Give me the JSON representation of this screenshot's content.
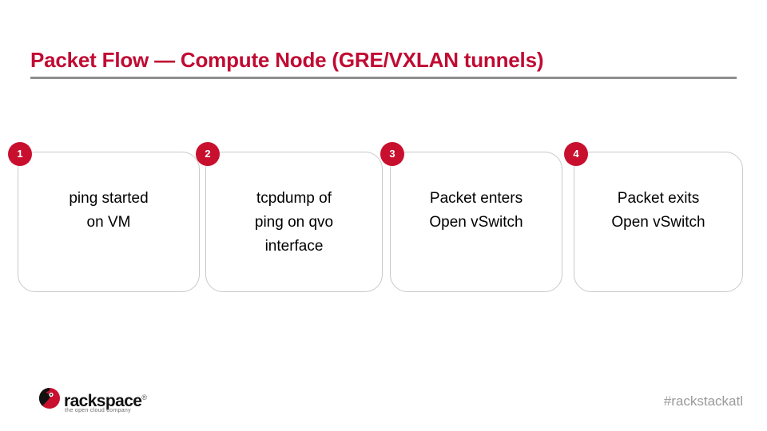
{
  "slide": {
    "title": "Packet Flow — Compute Node (GRE/VXLAN tunnels)",
    "accent_color": "#C00B33",
    "badge_color": "#C8102E",
    "rule_color": "#8E8E8E",
    "box_border_color": "#C9C9C9",
    "background": "#ffffff"
  },
  "steps": [
    {
      "number": "1",
      "text": "ping started\non VM"
    },
    {
      "number": "2",
      "text": "tcpdump of\nping on qvo\ninterface"
    },
    {
      "number": "3",
      "text": "Packet enters\nOpen vSwitch"
    },
    {
      "number": "4",
      "text": "Packet exits\nOpen vSwitch"
    }
  ],
  "footer": {
    "logo": {
      "wordmark": "rackspace",
      "registered_mark": "®",
      "tagline": "the open cloud company",
      "mark_icon": "rackspace-fanatical-mark-icon"
    },
    "hashtag": "#rackstackatl",
    "hashtag_color": "#9a9a9a"
  }
}
